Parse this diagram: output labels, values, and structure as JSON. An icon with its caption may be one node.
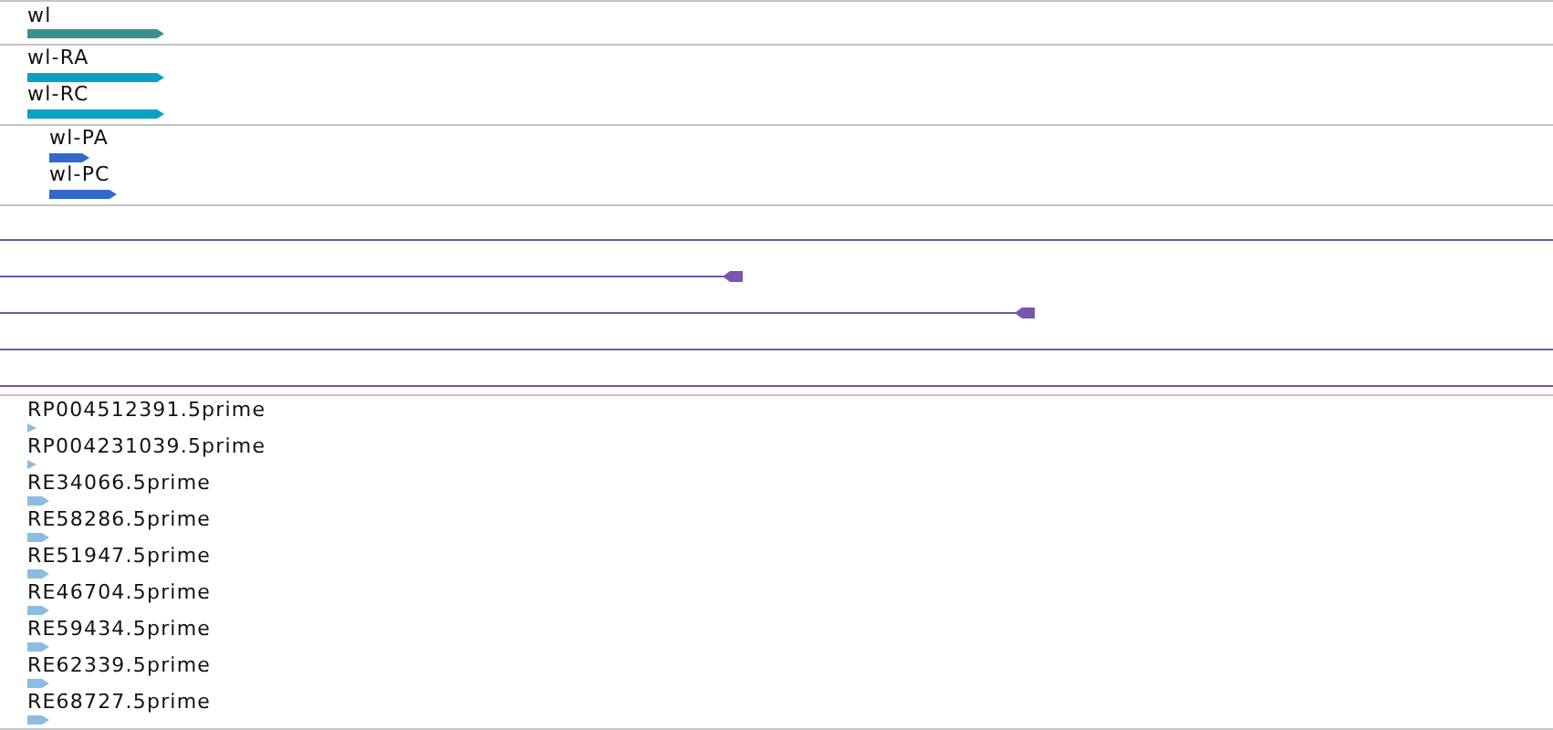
{
  "diagram": {
    "nodes": [
      {
        "text": [
          "wl"
        ]
      },
      {
        "text": [
          "wl-RA"
        ]
      },
      {
        "text": [
          "wl-RC"
        ]
      },
      {
        "text": [
          "wl-PA"
        ]
      },
      {
        "text": [
          "wl-PC"
        ]
      },
      {
        "text": [],
        "shape": "line"
      },
      {
        "text": [],
        "shape": "line"
      },
      {
        "text": [],
        "shape": "line"
      },
      {
        "text": [],
        "shape": "line"
      },
      {
        "text": [],
        "shape": "line"
      },
      {
        "text": [
          "RP004512391.5prime"
        ]
      },
      {
        "text": [
          "RP004231039.5prime"
        ]
      },
      {
        "text": [
          "RE34066.5prime"
        ]
      },
      {
        "text": [
          "RE58286.5prime"
        ]
      },
      {
        "text": [
          "RE51947.5prime"
        ]
      },
      {
        "text": [
          "RE46704.5prime"
        ]
      },
      {
        "text": [
          "RE59434.5prime"
        ]
      },
      {
        "text": [
          "RE62339.5prime"
        ]
      },
      {
        "text": [
          "RE68727.5prime"
        ]
      }
    ]
  }
}
